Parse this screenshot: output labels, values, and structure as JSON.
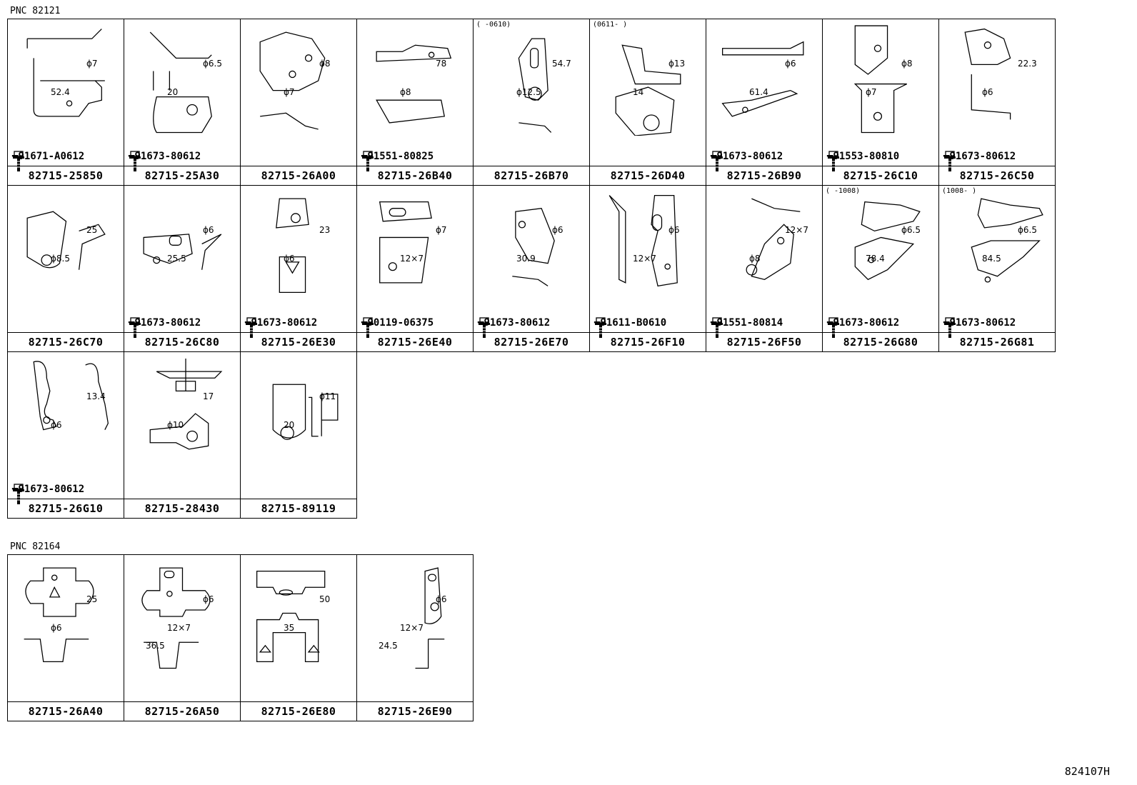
{
  "section1": {
    "pnc_label": "PNC 82121",
    "cells": [
      {
        "part": "82715-25850",
        "bolt": "91671-A0612",
        "dims": [
          "52.4",
          "ϕ7"
        ]
      },
      {
        "part": "82715-25A30",
        "bolt": "91673-80612",
        "dims": [
          "20",
          "ϕ6.5"
        ]
      },
      {
        "part": "82715-26A00",
        "bolt": "",
        "dims": [
          "ϕ7",
          "ϕ8"
        ]
      },
      {
        "part": "82715-26B40",
        "bolt": "91551-80825",
        "dims": [
          "ϕ8",
          "78"
        ]
      },
      {
        "part": "82715-26B70",
        "bolt": "",
        "dims": [
          "ϕ12.5",
          "54.7"
        ],
        "note": "(      -0610)"
      },
      {
        "part": "82715-26D40",
        "bolt": "",
        "dims": [
          "14",
          "ϕ13"
        ],
        "note": "(0611-      )"
      },
      {
        "part": "82715-26B90",
        "bolt": "91673-80612",
        "dims": [
          "61.4",
          "ϕ6"
        ]
      },
      {
        "part": "82715-26C10",
        "bolt": "91553-80810",
        "dims": [
          "ϕ7",
          "ϕ8"
        ]
      },
      {
        "part": "82715-26C50",
        "bolt": "91673-80612",
        "dims": [
          "ϕ6",
          "22.3"
        ]
      },
      {
        "part": "82715-26C70",
        "bolt": "",
        "dims": [
          "ϕ8.5",
          "25"
        ]
      },
      {
        "part": "82715-26C80",
        "bolt": "91673-80612",
        "dims": [
          "25.5",
          "ϕ6"
        ]
      },
      {
        "part": "82715-26E30",
        "bolt": "91673-80612",
        "dims": [
          "ϕ6",
          "23"
        ]
      },
      {
        "part": "82715-26E40",
        "bolt": "90119-06375",
        "dims": [
          "12×7",
          "ϕ7"
        ]
      },
      {
        "part": "82715-26E70",
        "bolt": "91673-80612",
        "dims": [
          "30.9",
          "ϕ6"
        ]
      },
      {
        "part": "82715-26F10",
        "bolt": "91611-B0610",
        "dims": [
          "12×7",
          "ϕ6"
        ]
      },
      {
        "part": "82715-26F50",
        "bolt": "91551-80814",
        "dims": [
          "ϕ8",
          "12×7"
        ]
      },
      {
        "part": "82715-26G80",
        "bolt": "91673-80612",
        "dims": [
          "78.4",
          "ϕ6.5"
        ],
        "note": "(     -1008)"
      },
      {
        "part": "82715-26G81",
        "bolt": "91673-80612",
        "dims": [
          "84.5",
          "ϕ6.5"
        ],
        "note": "(1008-      )"
      },
      {
        "part": "82715-26G10",
        "bolt": "91673-80612",
        "dims": [
          "ϕ6",
          "13.4"
        ]
      },
      {
        "part": "82715-28430",
        "bolt": "",
        "dims": [
          "ϕ10",
          "17"
        ]
      },
      {
        "part": "82715-89119",
        "bolt": "",
        "dims": [
          "20",
          "ϕ11"
        ]
      }
    ]
  },
  "section2": {
    "pnc_label": "PNC 82164",
    "cells": [
      {
        "part": "82715-26A40",
        "dims": [
          "ϕ6",
          "25"
        ]
      },
      {
        "part": "82715-26A50",
        "dims": [
          "12×7",
          "ϕ6",
          "36.5"
        ]
      },
      {
        "part": "82715-26E80",
        "dims": [
          "35",
          "50"
        ]
      },
      {
        "part": "82715-26E90",
        "dims": [
          "12×7",
          "ϕ6",
          "24.5"
        ]
      }
    ]
  },
  "footer_code": "824107H"
}
